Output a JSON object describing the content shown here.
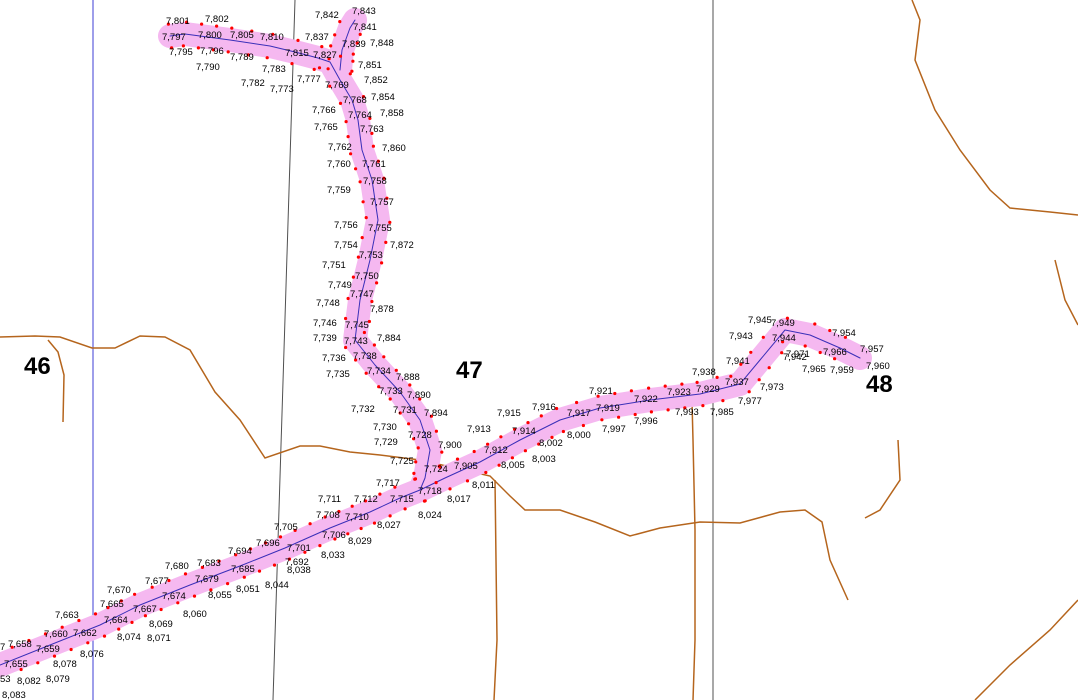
{
  "map": {
    "area_labels": [
      "46",
      "47",
      "48"
    ],
    "colors": {
      "background": "#ffffff",
      "corridor_fill": "#f5b8f0",
      "centerline": "#3a2fb8",
      "points": "#ff0000",
      "roads": "#b5651d",
      "section_lines": "#505050",
      "boundary_line": "#3d3dd6"
    },
    "station_labels": [
      "7,801",
      "7,802",
      "7,797",
      "7,800",
      "7,805",
      "7,810",
      "7,795",
      "7,796",
      "7,789",
      "7,790",
      "7,782",
      "7,783",
      "7,773",
      "7,815",
      "7,777",
      "7,827",
      "7,837",
      "7,842",
      "7,843",
      "7,841",
      "7,839",
      "7,848",
      "7,851",
      "7,852",
      "7,769",
      "7,768",
      "7,854",
      "7,766",
      "7,764",
      "7,858",
      "7,765",
      "7,763",
      "7,762",
      "7,860",
      "7,760",
      "7,761",
      "7,758",
      "7,759",
      "7,757",
      "7,756",
      "7,755",
      "7,754",
      "7,872",
      "7,753",
      "7,751",
      "7,750",
      "7,749",
      "7,747",
      "7,748",
      "7,878",
      "7,746",
      "7,745",
      "7,739",
      "7,743",
      "7,884",
      "7,736",
      "7,738",
      "7,735",
      "7,734",
      "7,888",
      "7,733",
      "7,890",
      "7,732",
      "7,731",
      "7,894",
      "7,730",
      "7,728",
      "7,729",
      "7,900",
      "7,725",
      "7,724",
      "7,905",
      "7,913",
      "7,915",
      "7,916",
      "7,917",
      "7,919",
      "7,921",
      "7,922",
      "7,923",
      "7,929",
      "7,938",
      "7,945",
      "7,949",
      "7,954",
      "7,943",
      "7,944",
      "7,942",
      "7,941",
      "7,971",
      "7,966",
      "7,957",
      "7,965",
      "7,959",
      "7,960",
      "7,937",
      "7,973",
      "7,977",
      "7,985",
      "7,993",
      "7,996",
      "7,997",
      "8,000",
      "8,002",
      "8,003",
      "8,005",
      "7,914",
      "7,912",
      "8,011",
      "7,717",
      "7,718",
      "8,017",
      "7,711",
      "7,712",
      "7,715",
      "8,024",
      "7,708",
      "7,710",
      "8,027",
      "7,705",
      "7,706",
      "8,029",
      "7,696",
      "7,701",
      "8,033",
      "7,694",
      "7,692",
      "8,038",
      "7,680",
      "7,683",
      "7,685",
      "8,044",
      "7,679",
      "8,051",
      "7,677",
      "7,674",
      "8,055",
      "7,670",
      "7,665",
      "7,667",
      "8,060",
      "7,664",
      "8,069",
      "8,071",
      "8,074",
      "7,663",
      "7,660",
      "7,662",
      "8,076",
      "7,658",
      "7,659",
      "7,655",
      "8,078",
      "8,082",
      "8,079",
      "8,083",
      "53",
      "7"
    ]
  }
}
